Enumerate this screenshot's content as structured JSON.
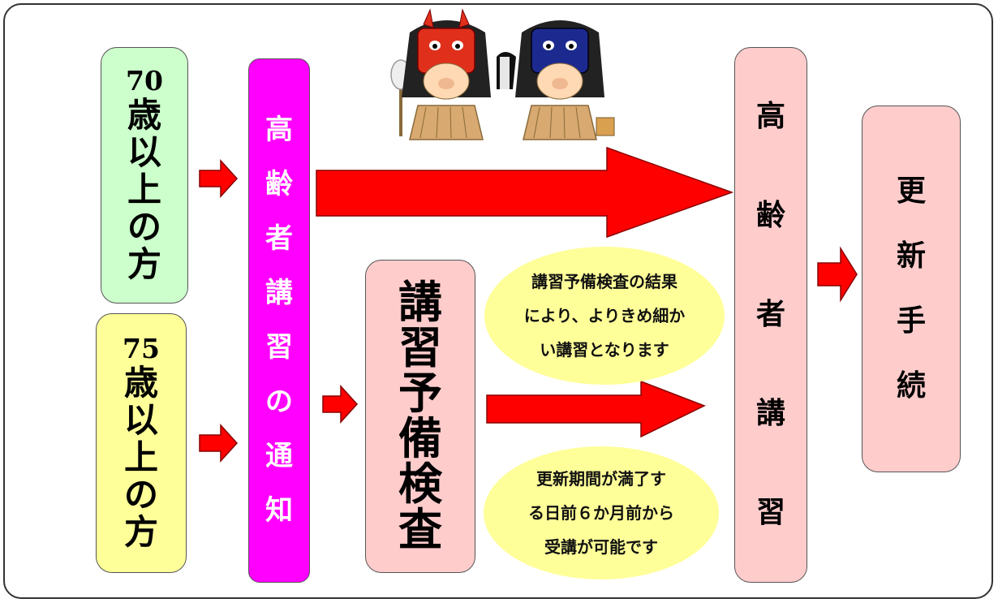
{
  "boxes": {
    "age70": {
      "number": "70",
      "chars": [
        "歳",
        "以",
        "上",
        "の",
        "方"
      ]
    },
    "age75": {
      "number": "75",
      "chars": [
        "歳",
        "以",
        "上",
        "の",
        "方"
      ]
    },
    "notice": {
      "chars": [
        "高",
        "齢",
        "者",
        "講",
        "習",
        "の",
        "通",
        "知"
      ]
    },
    "precheck": {
      "chars": [
        "講",
        "習",
        "予",
        "備",
        "検",
        "査"
      ]
    },
    "course": {
      "chars": [
        "高",
        "齢",
        "者",
        "講",
        "習"
      ]
    },
    "renewal": {
      "chars": [
        "更",
        "新",
        "手",
        "続"
      ]
    }
  },
  "notes": {
    "precheck_result": [
      "講習予備検査の結果",
      "により、よりきめ細か",
      "い講習となります"
    ],
    "renewal_period": [
      "更新期間が満了す",
      "る日前６か月前から",
      "受講が可能です"
    ]
  },
  "colors": {
    "green": "#ccffcc",
    "yellow": "#ffff99",
    "magenta": "#ff00ff",
    "pink": "#ffcccc",
    "arrow_red": "#ff0000"
  },
  "illustration": {
    "icon": "namahage-characters-icon"
  }
}
